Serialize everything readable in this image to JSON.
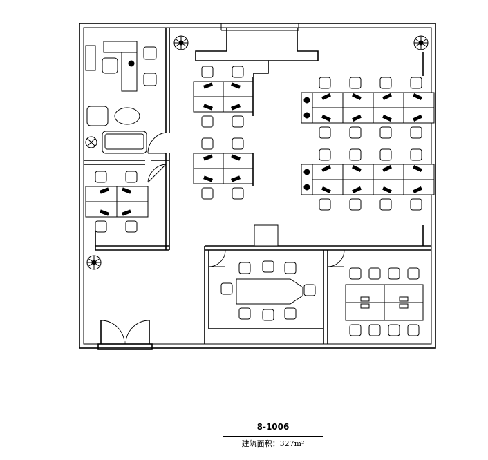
{
  "plan": {
    "unit_id": "8-1006",
    "area_label": "建筑面积：",
    "area_value": "327m²"
  },
  "icons": {
    "plant": "potted-plant-icon",
    "door": "door-swing-icon",
    "chair": "office-chair-icon",
    "sofa": "sofa-icon",
    "table": "table-icon"
  }
}
